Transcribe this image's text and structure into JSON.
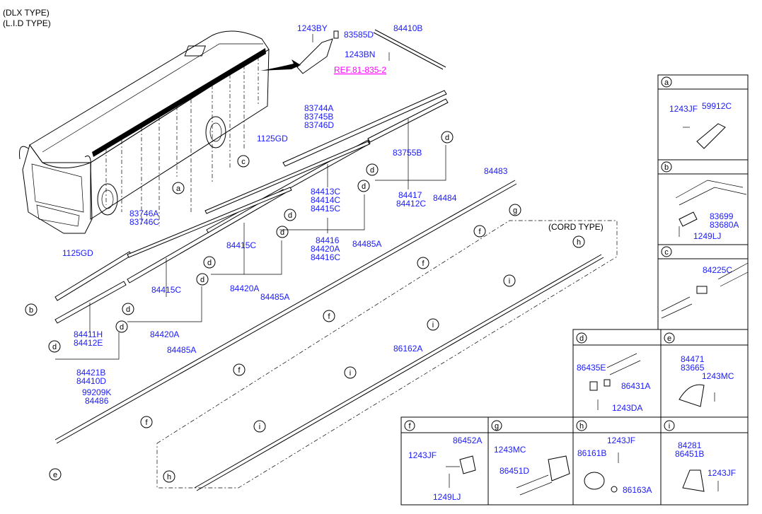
{
  "header": {
    "line1": "(DLX TYPE)",
    "line2": "(L.I.D TYPE)",
    "cord_type": "(CORD TYPE)"
  },
  "ref_label": "REF.81-835-2",
  "parts": {
    "p_1243BY": "1243BY",
    "p_83585D": "83585D",
    "p_84410B": "84410B",
    "p_1243BN": "1243BN",
    "p_83744A": "83744A",
    "p_83745B": "83745B",
    "p_83746D": "83746D",
    "p_1125GD_a": "1125GD",
    "p_83755B": "83755B",
    "p_84413C": "84413C",
    "p_84414C": "84414C",
    "p_84415C_a": "84415C",
    "p_84417": "84417",
    "p_84412C": "84412C",
    "p_84483": "84483",
    "p_84484": "84484",
    "p_83746A": "83746A",
    "p_83746C": "83746C",
    "p_84416": "84416",
    "p_84420A_a": "84420A",
    "p_84416C": "84416C",
    "p_84415C_b": "84415C",
    "p_84485A_a": "84485A",
    "p_1125GD_b": "1125GD",
    "p_84420A_b": "84420A",
    "p_84415C_c": "84415C",
    "p_84485A_b": "84485A",
    "p_84411H": "84411H",
    "p_84412E": "84412E",
    "p_84420A_c": "84420A",
    "p_84485A_c": "84485A",
    "p_86162A": "86162A",
    "p_84421B": "84421B",
    "p_84410D": "84410D",
    "p_99209K": "99209K",
    "p_84486": "84486"
  },
  "callouts": [
    "a",
    "b",
    "c",
    "d",
    "e",
    "f",
    "g",
    "h",
    "i"
  ],
  "panels": {
    "a": {
      "label": "a",
      "parts": [
        "1243JF",
        "59912C"
      ]
    },
    "b": {
      "label": "b",
      "parts": [
        "83699",
        "83680A",
        "1249LJ"
      ]
    },
    "c": {
      "label": "c",
      "parts": [
        "84225C"
      ]
    },
    "d": {
      "label": "d",
      "parts": [
        "86435E",
        "86431A",
        "1243DA"
      ]
    },
    "e": {
      "label": "e",
      "parts": [
        "84471",
        "83665",
        "1243MC"
      ]
    },
    "f": {
      "label": "f",
      "parts": [
        "86452A",
        "1243JF",
        "1249LJ"
      ]
    },
    "g": {
      "label": "g",
      "parts": [
        "1243MC",
        "86451D"
      ]
    },
    "h": {
      "label": "h",
      "parts": [
        "1243JF",
        "86161B",
        "86163A"
      ]
    },
    "i": {
      "label": "i",
      "parts": [
        "84281",
        "86451B",
        "1243JF"
      ]
    }
  }
}
